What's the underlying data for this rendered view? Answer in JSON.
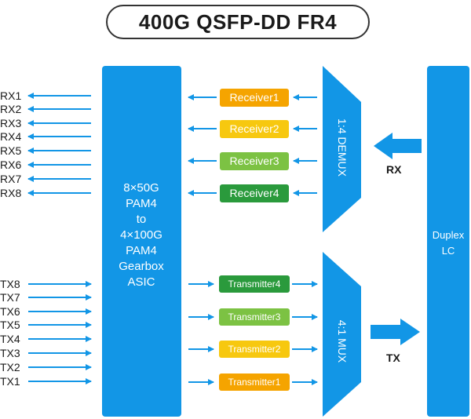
{
  "title": "400G QSFP-DD FR4",
  "asic": {
    "lines": [
      "8×50G",
      "PAM4",
      "to",
      "4×100G",
      "PAM4",
      "Gearbox",
      "ASIC"
    ]
  },
  "rx_ports": [
    "RX1",
    "RX2",
    "RX3",
    "RX4",
    "RX5",
    "RX6",
    "RX7",
    "RX8"
  ],
  "tx_ports": [
    "TX8",
    "TX7",
    "TX6",
    "TX5",
    "TX4",
    "TX3",
    "TX2",
    "TX1"
  ],
  "receivers": [
    {
      "label": "Receiver1",
      "color": "#f5a400"
    },
    {
      "label": "Receiver2",
      "color": "#f7c80f"
    },
    {
      "label": "Receiver3",
      "color": "#7cc243"
    },
    {
      "label": "Receiver4",
      "color": "#2a9a3c"
    }
  ],
  "transmitters": [
    {
      "label": "Transmitter4",
      "color": "#2a9a3c"
    },
    {
      "label": "Transmitter3",
      "color": "#7cc243"
    },
    {
      "label": "Transmitter2",
      "color": "#f7c80f"
    },
    {
      "label": "Transmitter1",
      "color": "#f5a400"
    }
  ],
  "demux": "1:4 DEMUX",
  "mux": "4:1 MUX",
  "duplex": {
    "line1": "Duplex",
    "line2": "LC"
  },
  "rx_label": "RX",
  "tx_label": "TX",
  "colors": {
    "block": "#1296e6",
    "arrow": "#1296e6",
    "text": "#1a1a1a"
  }
}
